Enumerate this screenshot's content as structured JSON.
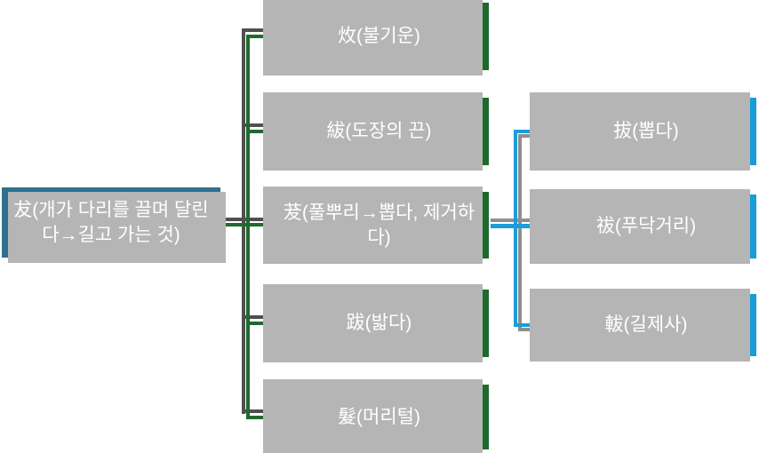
{
  "diagram": {
    "root": {
      "label": "犮(개가 다리를 끌며 달린다→길고 가는 것)"
    },
    "branches": [
      {
        "label": "炇(불기운)"
      },
      {
        "label": "紱(도장의 끈)"
      },
      {
        "label": "茇(풀뿌리→뽑다, 제거하다)"
      },
      {
        "label": "跋(밟다)"
      },
      {
        "label": "髮(머리털)"
      }
    ],
    "leaves": [
      {
        "label": "拔(뽑다)"
      },
      {
        "label": "祓(푸닥거리)"
      },
      {
        "label": "軷(길제사)"
      }
    ],
    "colors": {
      "root_fill": "#2d7090",
      "branch_fill": "#1e692d",
      "leaf_fill": "#189dd8",
      "branch_connector": "#1f6a2d",
      "branch_connector_shadow": "#4f4f4f",
      "leaf_connector": "#1b9dd9",
      "leaf_connector_shadow": "#8f8f8f",
      "node_backing_shadow": "#b5b5b5",
      "text": "#ffffff"
    }
  }
}
